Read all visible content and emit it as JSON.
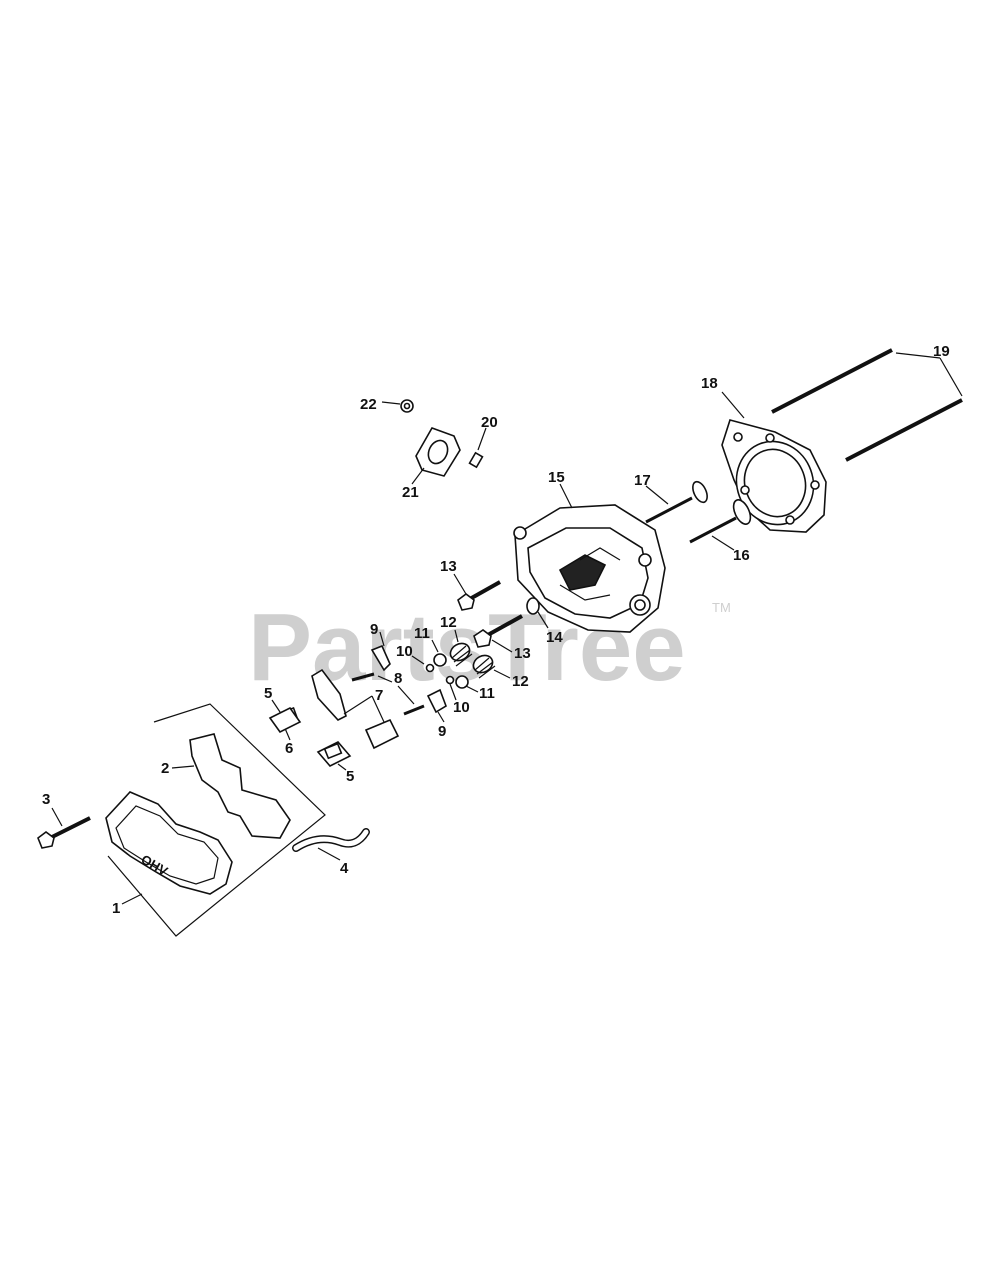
{
  "watermark": {
    "text": "PartsTree",
    "trademark": "TM"
  },
  "callouts": {
    "c1": "1",
    "c2": "2",
    "c3": "3",
    "c4": "4",
    "c5a": "5",
    "c5b": "5",
    "c6": "6",
    "c7": "7",
    "c8": "8",
    "c9a": "9",
    "c9b": "9",
    "c10a": "10",
    "c10b": "10",
    "c11a": "11",
    "c11b": "11",
    "c12a": "12",
    "c12b": "12",
    "c13a": "13",
    "c13b": "13",
    "c14": "14",
    "c15": "15",
    "c16": "16",
    "c17": "17",
    "c18": "18",
    "c19": "19",
    "c20": "20",
    "c21": "21",
    "c22": "22"
  },
  "cover_lettering": "OHV"
}
